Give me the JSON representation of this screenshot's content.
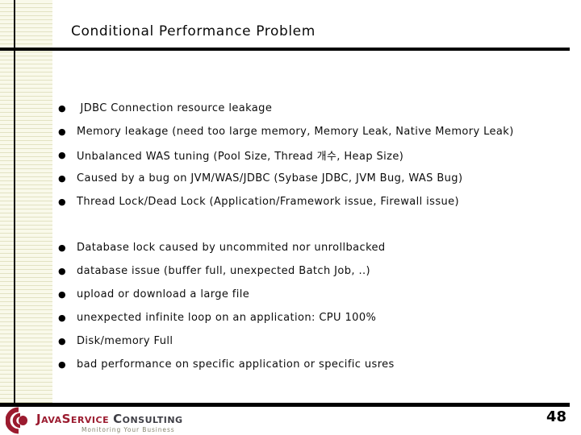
{
  "slide": {
    "title": "Conditional Performance Problem",
    "page_number": "48",
    "bullet_char": "●",
    "bullet_groups": [
      {
        "items": [
          " JDBC Connection resource leakage",
          "Memory leakage (need too large memory, Memory Leak, Native Memory Leak)",
          "Unbalanced WAS tuning (Pool Size, Thread 개수, Heap Size)",
          "Caused by a bug on JVM/WAS/JDBC (Sybase JDBC, JVM Bug, WAS Bug)",
          "Thread Lock/Dead Lock (Application/Framework issue, Firewall issue)"
        ]
      },
      {
        "items": [
          "Database lock caused by uncommited nor unrollbacked",
          "database issue (buffer full, unexpected Batch Job, ..)",
          "upload or download a large file",
          "unexpected infinite loop on an application: CPU 100%",
          "Disk/memory Full",
          "bad performance on specific application or specific usres"
        ]
      }
    ],
    "footer": {
      "brand_primary": "JavaService",
      "brand_secondary": "Consulting",
      "tagline": "Monitoring Your Business"
    },
    "colors": {
      "accent_red": "#9b1b2f",
      "brand_gray": "#3f3f46",
      "stripe_bg": "#f9f9ea",
      "stripe_line": "#e2e2c2",
      "rule_black": "#000000"
    }
  }
}
